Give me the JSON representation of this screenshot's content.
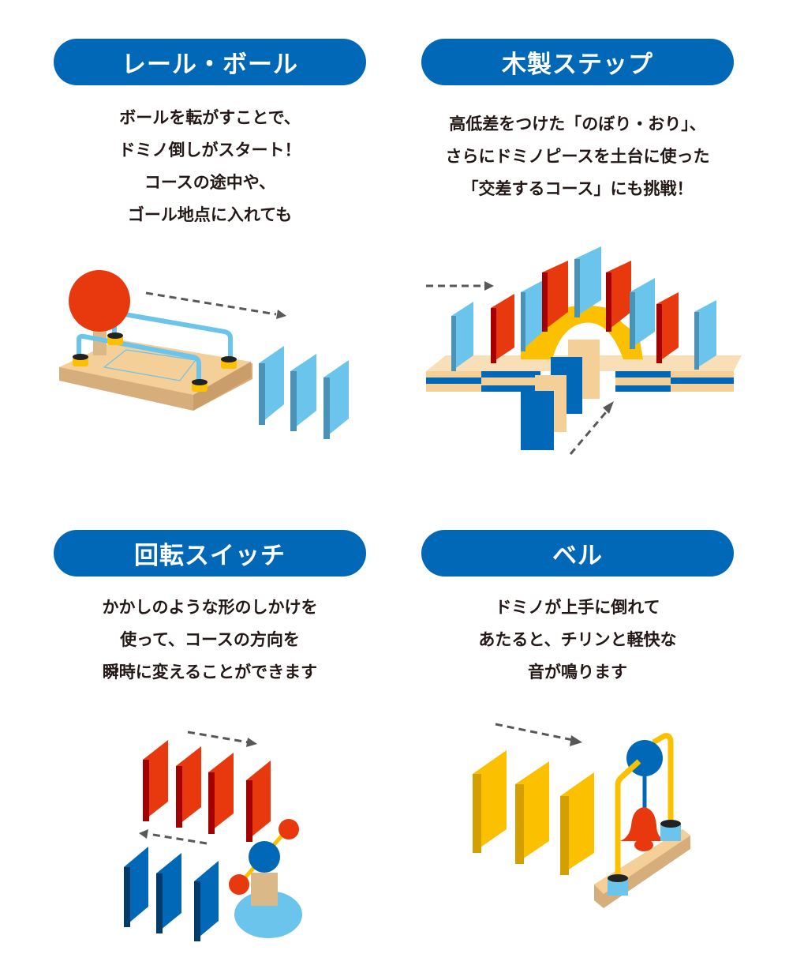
{
  "colors": {
    "pill_blue": "#0068b7",
    "text": "#231815",
    "red": "#e8380d",
    "light_blue": "#6ac4ec",
    "yellow": "#fbc000",
    "wood": "#f4cf98",
    "arrow_gray": "#595757"
  },
  "features": [
    {
      "title": "レール・ボール",
      "lines": [
        "ボールを転がすことで、",
        "ドミノ倒しがスタート！",
        "コースの途中や、",
        "ゴール地点に入れても"
      ],
      "illustration": "rail-ball-illustration"
    },
    {
      "title": "木製ステップ",
      "lines": [
        "高低差をつけた「のぼり・おり」、",
        "さらにドミノピースを土台に使った",
        "「交差するコース」にも挑戦！"
      ],
      "illustration": "wooden-step-illustration"
    },
    {
      "title": "回転スイッチ",
      "lines": [
        "かかしのような形のしかけを",
        "使って、コースの方向を",
        "瞬時に変えることができます"
      ],
      "illustration": "rotation-switch-illustration"
    },
    {
      "title": "ベル",
      "lines": [
        "ドミノが上手に倒れて",
        "あたると、チリンと軽快な",
        "音が鳴ります"
      ],
      "illustration": "bell-illustration"
    }
  ]
}
